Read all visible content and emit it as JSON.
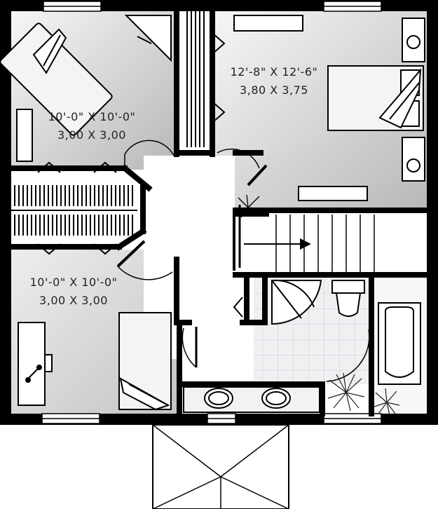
{
  "rooms": [
    {
      "id": "bedroom-top-left",
      "dim_imperial": "10'-0\" X 10'-0\"",
      "dim_metric": "3,00 X 3,00"
    },
    {
      "id": "bedroom-master",
      "dim_imperial": "12'-8\" X 12'-6\"",
      "dim_metric": "3,80 X 3,75"
    },
    {
      "id": "bedroom-bottom-left",
      "dim_imperial": "10'-0\" X 10'-0\"",
      "dim_metric": "3,00 X 3,00"
    }
  ],
  "colors": {
    "wall": "#000000",
    "floor_gradient": [
      "#f4f4f4",
      "#bdbdbd"
    ],
    "tile": "#e9ecef"
  },
  "icons": [
    "bed-icon",
    "desk-icon",
    "chair-icon",
    "bathtub-icon",
    "toilet-icon",
    "sink-icon",
    "plant-icon",
    "stair-arrow-icon",
    "door-swing-icon",
    "window-icon",
    "closet-rod-icon"
  ]
}
